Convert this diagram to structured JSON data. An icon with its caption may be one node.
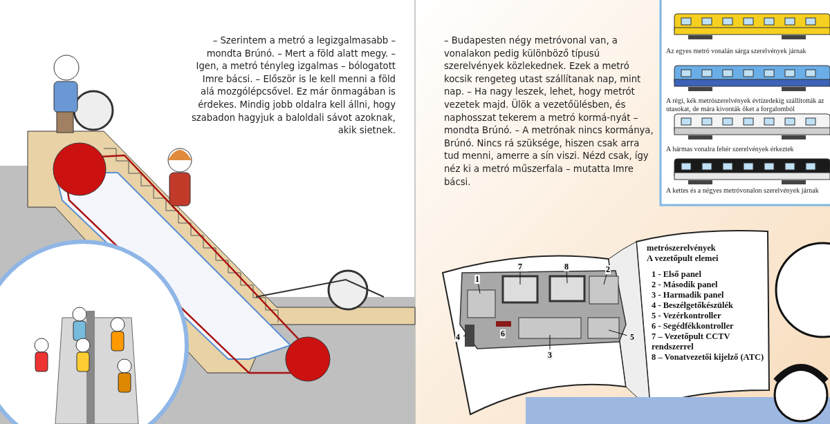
{
  "diagram": {
    "nodes": [
      {
        "text": [
          "7"
        ]
      },
      {
        "text": [
          "8"
        ]
      },
      {
        "text": [
          "1"
        ]
      },
      {
        "text": [
          "2"
        ]
      },
      {
        "text": [
          "4"
        ]
      },
      {
        "text": [
          "5"
        ]
      },
      {
        "text": [
          "3"
        ]
      }
    ],
    "edges": [
      {
        "from": 0,
        "to": null,
        "arrow": "none"
      },
      {
        "from": 1,
        "to": null,
        "arrow": "none"
      },
      {
        "from": 2,
        "to": null,
        "arrow": "none"
      },
      {
        "from": 3,
        "to": null,
        "arrow": "none"
      },
      {
        "from": 4,
        "to": null,
        "arrow": "none"
      },
      {
        "from": 5,
        "to": null,
        "arrow": "none"
      },
      {
        "from": 6,
        "to": null,
        "arrow": "none"
      }
    ],
    "labels": [
      "– Szerintem a metró a legizgalmasabb – mondta Brúnó. – Mert a föld alatt megy. – Igen, a metró tényleg izgalmas – bólogatott Imre bácsi. – Először is le kell menni a föld alá mozgólépcsővel. Ez már önmagában is érdekes. Mindig jobb oldalra kell állni, hogy szabadon hagyjuk a baloldali sávot azoknak, akik sietnek.",
      "– Budapesten négy metróvonal van, a vonalakon pedig különböző típusú szerelvények közlekednek. Ezek a metró kocsik rengeteg utast szállítanak nap, mint nap. – Ha nagy leszek, lehet, hogy metrót vezetek majd. Ülök a vezetőülésben, és naphosszat tekerem a metró kormá-nyát – mondta Brúnó. – A metrónak nincs kormánya, Brúnó. Nincs rá szüksége, hiszen csak arra tud menni, amerre a sín viszi. Nézd csak, így néz ki a metró műszerfala – mutatta Imre bácsi.",
      "Az egyes metró vonalán sárga szerelvények járnak",
      "A régi, kék metrószerelvények évtizedekig szállították az utasokat, de mára kivonták őket a forgalomból",
      "A hármas vonalra fehér szerelvények érkeztek",
      "A kettes és a négyes metróvonalon szerelvények járnak",
      "6",
      "metrószerelvények",
      "A vezetőpult elemei",
      "1 - Első panel",
      "2 - Második panel",
      "3 - Harmadik panel",
      "4 - Beszélgetőkészülék",
      "5 - Vezérkontroller",
      "6 - Segédfékkontroller",
      "7 – Vezetőpult CCTV rendszerrel",
      "8 – Vonatvezetői kijelző (ATC)"
    ]
  }
}
